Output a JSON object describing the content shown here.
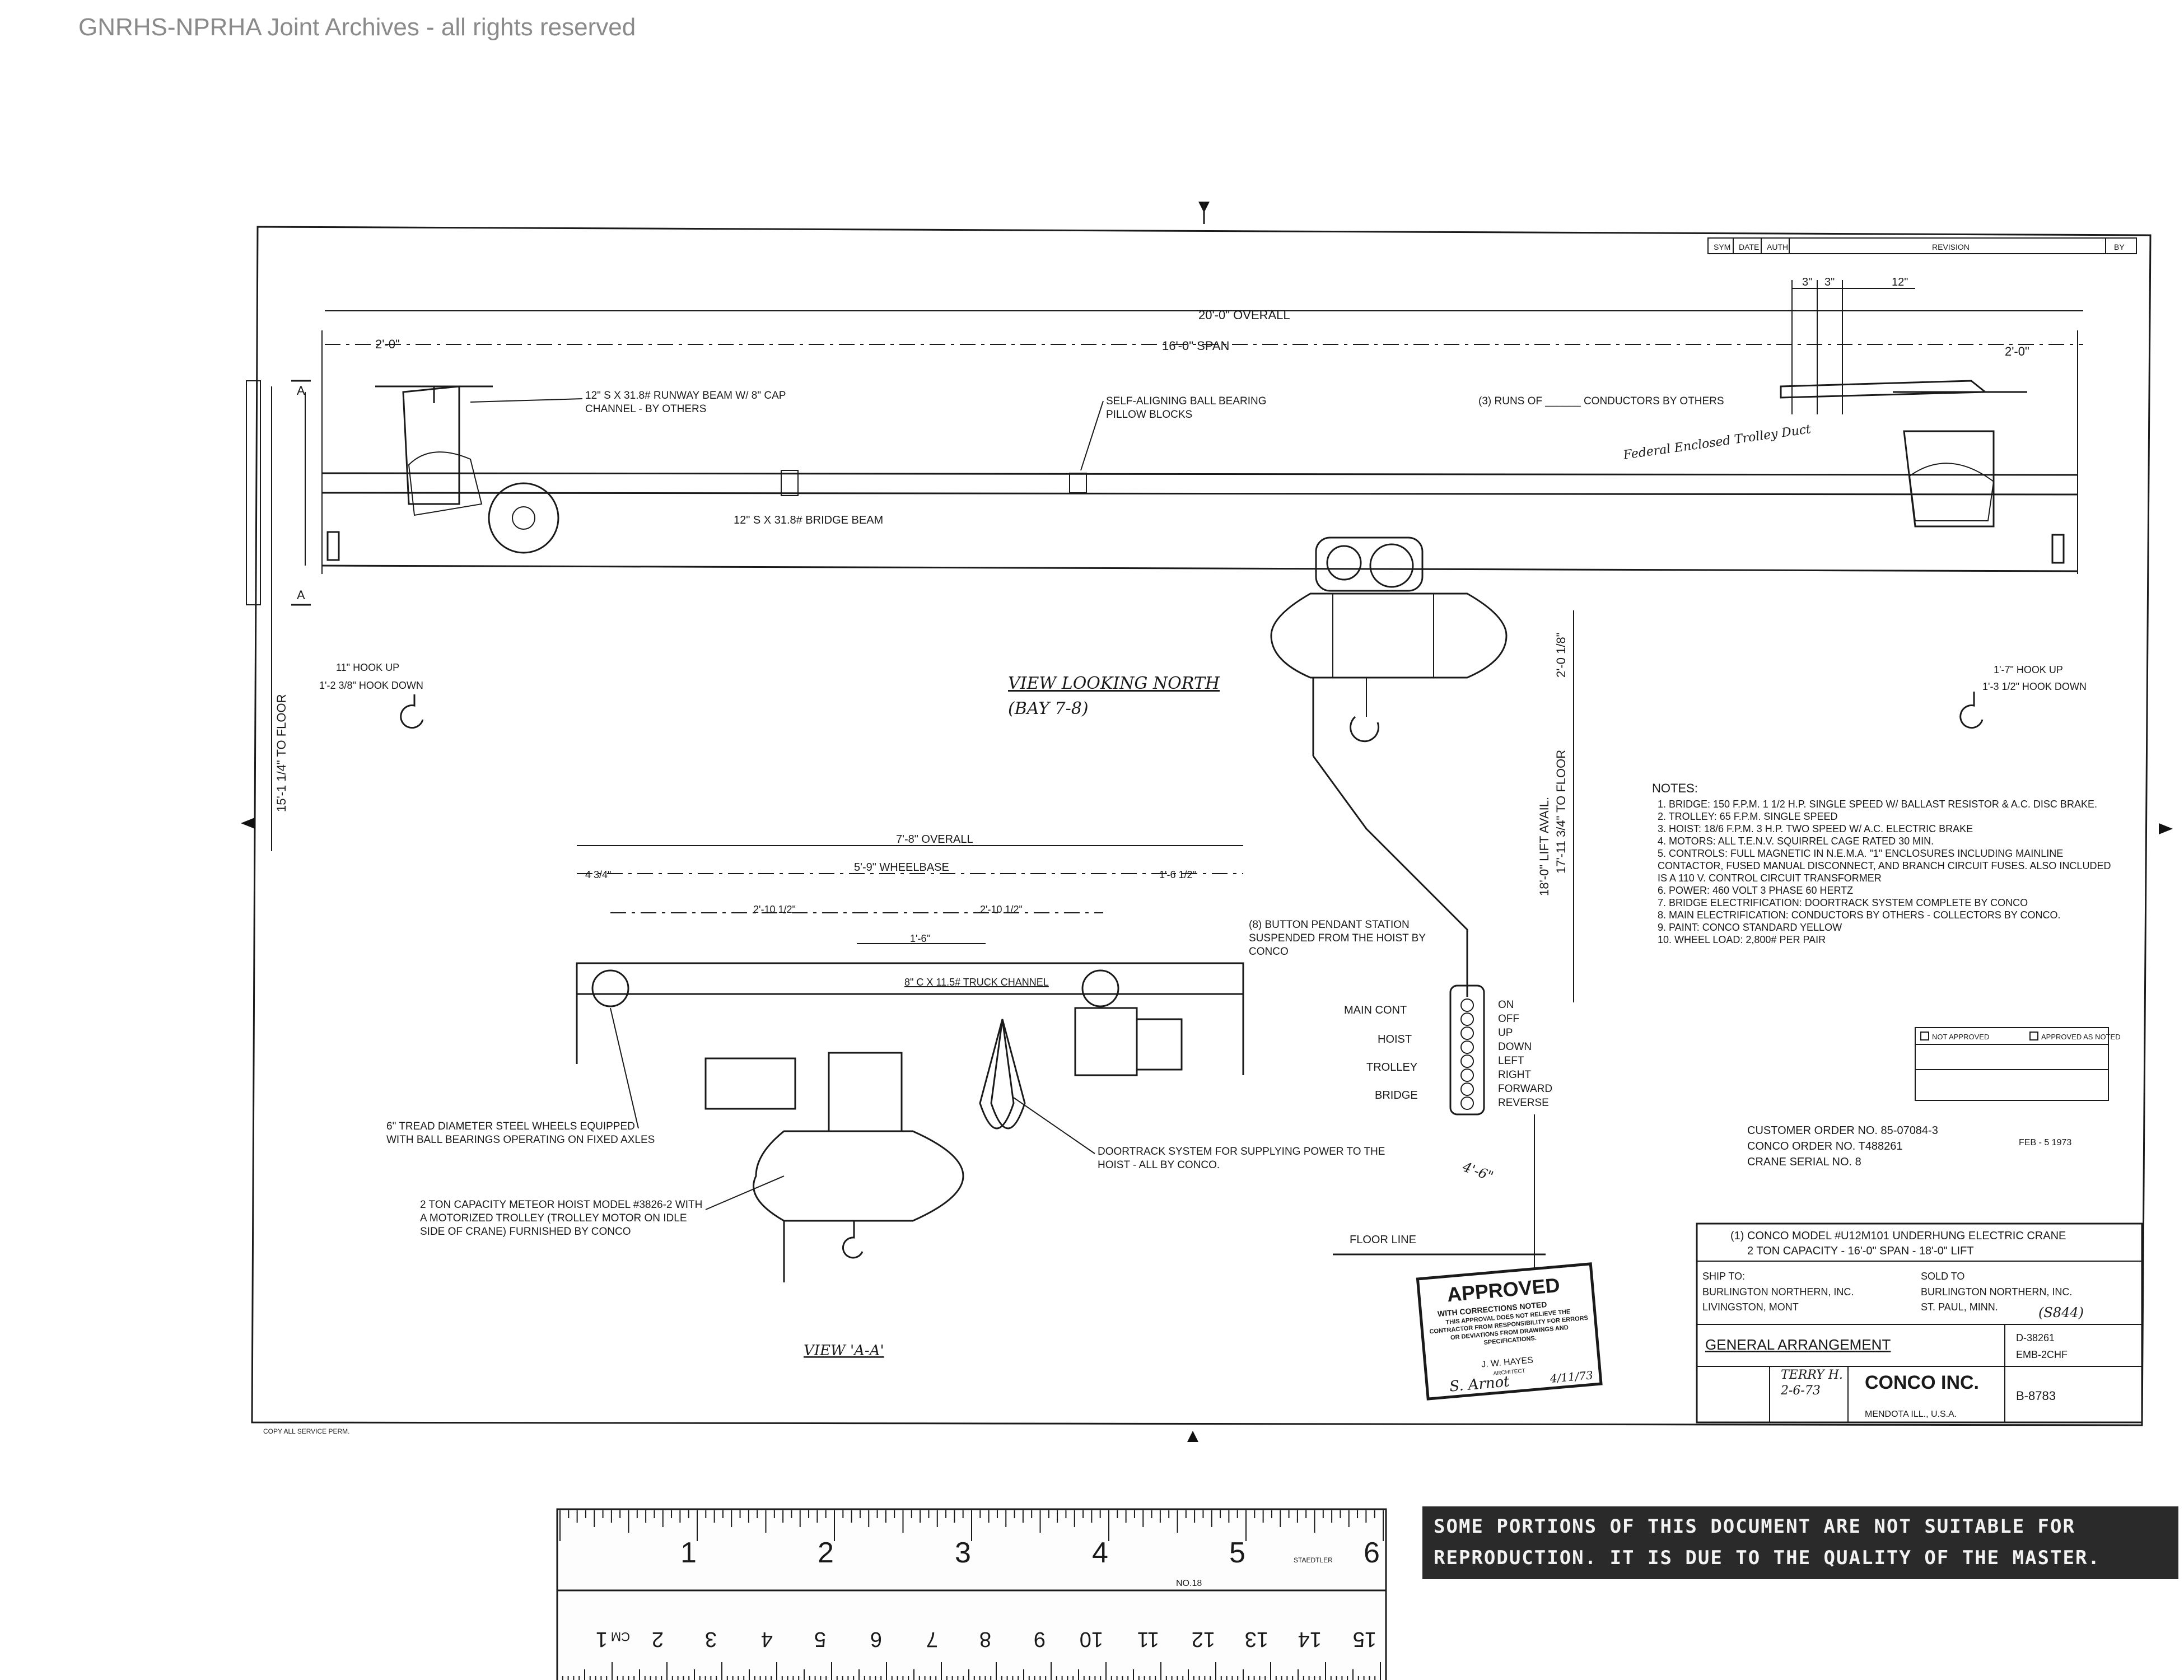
{
  "watermark": "GNRHS-NPRHA Joint Archives - all rights reserved",
  "revision_block": {
    "sym": "SYM",
    "date": "DATE",
    "auth": "AUTH",
    "revision": "REVISION",
    "by": "BY"
  },
  "dimensions": {
    "overall_20": "20'-0\" OVERALL",
    "span_16": "16'-0\" SPAN",
    "left_2": "2'-0\"",
    "right_2": "2'-0\"",
    "three_a": "3\"",
    "three_b": "3\"",
    "twelve": "12\"",
    "hook_up_left": "11\" HOOK UP",
    "hook_down_left": "1'-2 3/8\" HOOK DOWN",
    "hook_up_right": "1'-7\" HOOK UP",
    "hook_down_right": "1'-3 1/2\" HOOK DOWN",
    "to_floor_left": "15'-1 1/4\" TO FLOOR",
    "drop_2": "2'-0 1/8\"",
    "to_floor_right": "17'-11 3/4\" TO FLOOR",
    "lift_avail": "18'-0\" LIFT AVAIL.",
    "overall_7": "7'-8\" OVERALL",
    "wheelbase": "5'-9\" WHEELBASE",
    "left_4": "4 3/4\"",
    "right_1": "1'-6 1/2\"",
    "in_2a": "2'-10 1/2\"",
    "in_2b": "2'-10 1/2\"",
    "in_1_6": "1'-6\"",
    "floor_4": "4'-6\""
  },
  "callouts": {
    "runway_beam": "12\" S x 31.8# RUNWAY BEAM W/ 8\" CAP CHANNEL - BY OTHERS",
    "pillow_blocks": "SELF-ALIGNING BALL BEARING PILLOW BLOCKS",
    "conductors": "(3) RUNS OF ______ CONDUCTORS BY OTHERS",
    "bridge_beam": "12\" S x 31.8# BRIDGE BEAM",
    "trolley_duct": "Federal Enclosed Trolley Duct",
    "view_north": "VIEW LOOKING NORTH",
    "bay": "(BAY 7-8)",
    "pendant": "(8) BUTTON PENDANT STATION SUSPENDED FROM THE HOIST BY CONCO",
    "truck_channel": "8\" C x 11.5# TRUCK CHANNEL",
    "wheels": "6\" TREAD DIAMETER STEEL WHEELS EQUIPPED WITH BALL BEARINGS OPERATING ON FIXED AXLES",
    "hoist_model": "2 TON CAPACITY METEOR HOIST MODEL #3826-2 WITH A MOTORIZED TROLLEY (TROLLEY MOTOR ON IDLE SIDE OF CRANE) FURNISHED BY CONCO",
    "doortrack": "DOORTRACK SYSTEM FOR SUPPLYING POWER TO THE HOIST - ALL BY CONCO.",
    "view_aa": "VIEW 'A-A'",
    "floor_line": "FLOOR LINE",
    "section_a_top": "A",
    "section_a_bottom": "A"
  },
  "pendant_station": {
    "left": [
      "MAIN CONT",
      "HOIST",
      "TROLLEY",
      "BRIDGE"
    ],
    "right": [
      "ON",
      "OFF",
      "UP",
      "DOWN",
      "LEFT",
      "RIGHT",
      "FORWARD",
      "REVERSE"
    ]
  },
  "notes": {
    "heading": "NOTES:",
    "items": [
      "1. BRIDGE: 150 F.P.M. 1 1/2 H.P. SINGLE SPEED W/ BALLAST RESISTOR & A.C. DISC BRAKE.",
      "2. TROLLEY: 65 F.P.M. SINGLE SPEED",
      "3. HOIST: 18/6 F.P.M. 3 H.P. TWO SPEED W/ A.C. ELECTRIC BRAKE",
      "4. MOTORS: ALL T.E.N.V. SQUIRREL CAGE RATED 30 MIN.",
      "5. CONTROLS: FULL MAGNETIC IN N.E.M.A. \"1\" ENCLOSURES INCLUDING MAINLINE CONTACTOR, FUSED MANUAL DISCONNECT, AND BRANCH CIRCUIT FUSES. ALSO INCLUDED IS A 110 V. CONTROL CIRCUIT TRANSFORMER",
      "6. POWER: 460 VOLT 3 PHASE 60 HERTZ",
      "7. BRIDGE ELECTRIFICATION: DOORTRACK SYSTEM COMPLETE BY CONCO",
      "8. MAIN ELECTRIFICATION: CONDUCTORS BY OTHERS - COLLECTORS BY CONCO.",
      "9. PAINT: CONCO STANDARD YELLOW",
      "10. WHEEL LOAD: 2,800# PER PAIR"
    ]
  },
  "order": {
    "customer_order": "CUSTOMER ORDER NO. 85-07084-3",
    "conco_order": "CONCO ORDER NO. T488261",
    "serial": "CRANE SERIAL NO. 8",
    "received": "FEB - 5 1973"
  },
  "title_block": {
    "crane": "(1) CONCO MODEL #U12M101 UNDERHUNG ELECTRIC CRANE",
    "capacity": "2 TON CAPACITY - 16'-0\" SPAN - 18'-0\" LIFT",
    "ship_to": "SHIP TO:",
    "ship_company": "BURLINGTON NORTHERN, INC.",
    "ship_city": "LIVINGSTON, MONT",
    "sold_to": "SOLD TO",
    "sold_company": "BURLINGTON NORTHERN, INC.",
    "sold_city": "ST. PAUL, MINN.",
    "sold_code": "(S844)",
    "drawing_title": "GENERAL ARRANGEMENT",
    "drawn_by": "TERRY H.",
    "date": "2-6-73",
    "company": "CONCO INC.",
    "location": "MENDOTA ILL., U.S.A.",
    "cust_dwg": "D-38261",
    "original": "EMB-2CHF",
    "drawing_no": "B-8783",
    "copy_note": "COPY ALL SERVICE PERM."
  },
  "stamp": {
    "title": "APPROVED",
    "subtitle": "WITH CORRECTIONS NOTED",
    "body": "THIS APPROVAL DOES NOT RELIEVE THE CONTRACTOR FROM RESPONSIBILITY FOR ERRORS OR DEVIATIONS FROM DRAWINGS AND SPECIFICATIONS.",
    "architect": "J. W. HAYES",
    "role": "ARCHITECT",
    "signature": "S. Arnot",
    "date": "4/11/73"
  },
  "approval_box": {
    "option1": "NOT APPROVED",
    "option2": "APPROVED AS NOTED"
  },
  "ruler": {
    "inch_labels": [
      "1",
      "2",
      "3",
      "4",
      "5",
      "6"
    ],
    "cm_labels": [
      "1",
      "2",
      "3",
      "4",
      "5",
      "6",
      "7",
      "8",
      "9",
      "10",
      "11",
      "12",
      "13",
      "14",
      "15"
    ],
    "cm_unit": "cm",
    "model": "No.18",
    "maker": "STAEDTLER"
  },
  "warning": "SOME PORTIONS OF THIS DOCUMENT ARE NOT SUITABLE FOR REPRODUCTION. IT IS DUE TO THE QUALITY OF THE MASTER."
}
